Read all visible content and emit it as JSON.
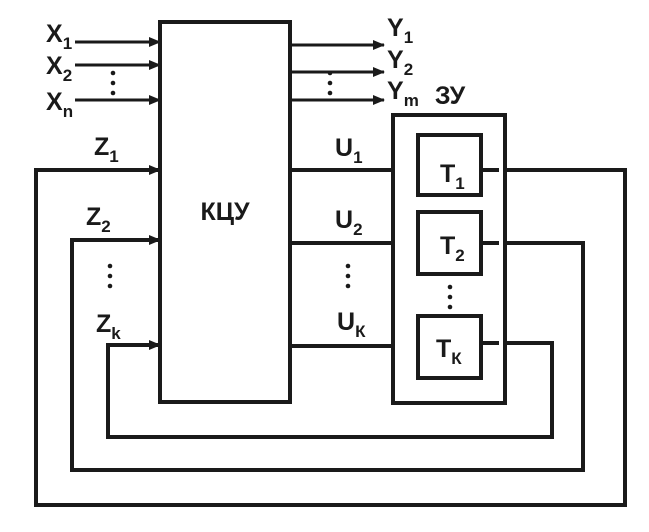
{
  "block": {
    "label": "КЦУ"
  },
  "memory": {
    "label": "ЗУ",
    "triggers": [
      {
        "base": "T",
        "sub": "1"
      },
      {
        "base": "T",
        "sub": "2"
      },
      {
        "base": "T",
        "sub": "К"
      }
    ]
  },
  "inputs": {
    "x": [
      {
        "base": "X",
        "sub": "1"
      },
      {
        "base": "X",
        "sub": "2"
      },
      {
        "base": "X",
        "sub": "n"
      }
    ],
    "z": [
      {
        "base": "Z",
        "sub": "1"
      },
      {
        "base": "Z",
        "sub": "2"
      },
      {
        "base": "Z",
        "sub": "k"
      }
    ]
  },
  "outputs": {
    "y": [
      {
        "base": "Y",
        "sub": "1"
      },
      {
        "base": "Y",
        "sub": "2"
      },
      {
        "base": "Y",
        "sub": "m"
      }
    ],
    "u": [
      {
        "base": "U",
        "sub": "1"
      },
      {
        "base": "U",
        "sub": "2"
      },
      {
        "base": "U",
        "sub": "К"
      }
    ]
  },
  "colors": {
    "ink": "#1a1a1a",
    "background": "#ffffff"
  }
}
